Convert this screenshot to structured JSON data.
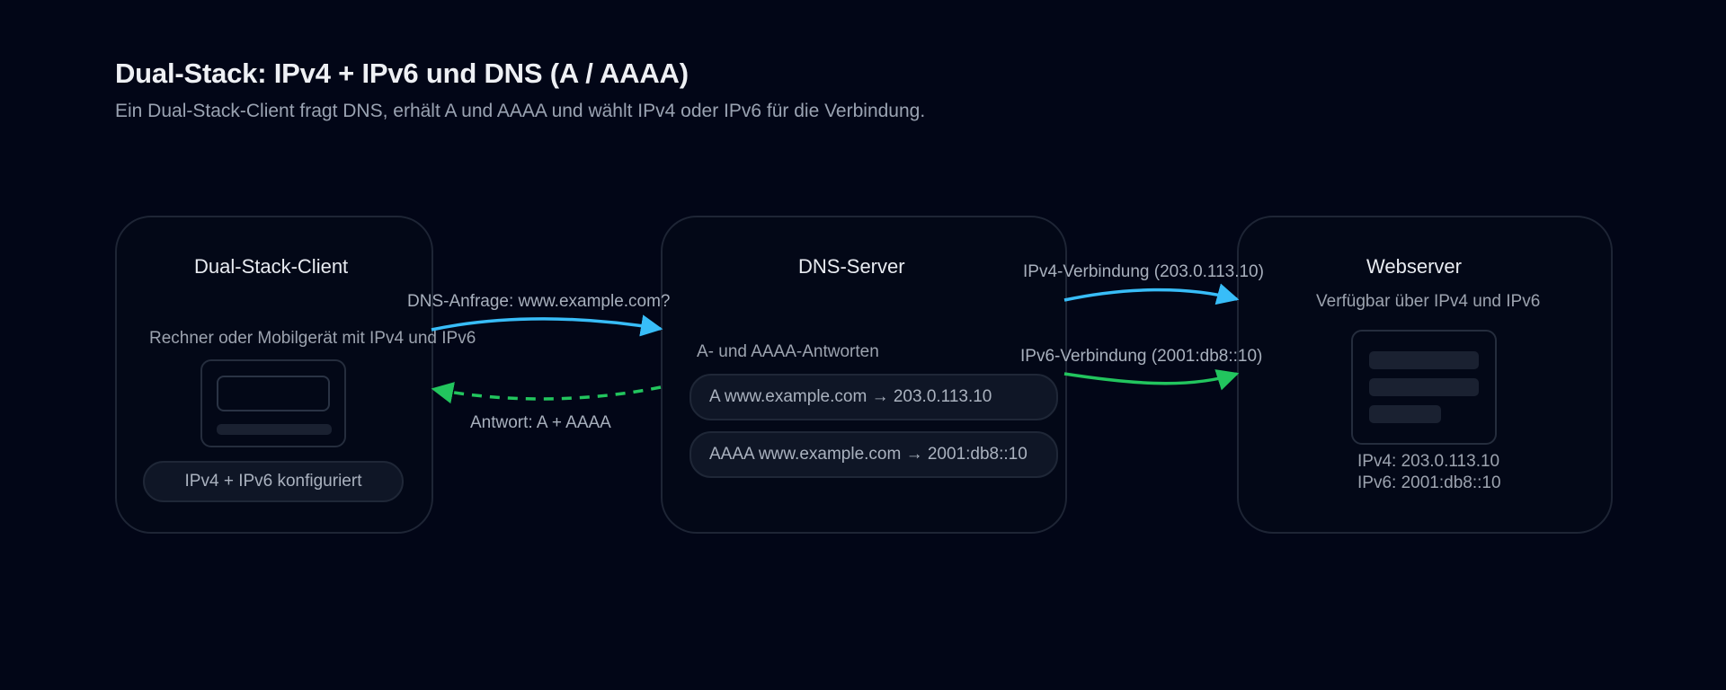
{
  "header": {
    "title": "Dual-Stack: IPv4 + IPv6 und DNS (A / AAAA)",
    "subtitle": "Ein Dual-Stack-Client fragt DNS, erhält A und AAAA und wählt IPv4 oder IPv6 für die Verbindung."
  },
  "client": {
    "title": "Dual-Stack-Client",
    "description": "Rechner oder Mobilgerät mit IPv4 und IPv6",
    "status": "IPv4 + IPv6 konfiguriert",
    "icon": "device-icon"
  },
  "dns": {
    "title": "DNS-Server",
    "section_label": "A- und AAAA-Antworten",
    "records": [
      "A www.example.com → 203.0.113.10",
      "AAAA www.example.com → 2001:db8::10"
    ]
  },
  "webserver": {
    "title": "Webserver",
    "description": "Verfügbar über IPv4 und IPv6",
    "ipv4": "IPv4: 203.0.113.10",
    "ipv6": "IPv6: 2001:db8::10",
    "icon": "server-icon"
  },
  "links": {
    "query": "DNS-Anfrage: www.example.com?",
    "answer": "Antwort: A + AAAA",
    "ipv4": "IPv4-Verbindung (203.0.113.10)",
    "ipv6": "IPv6-Verbindung (2001:db8::10)"
  },
  "colors": {
    "ipv4": "#38bdf8",
    "ipv6": "#22c55e"
  }
}
